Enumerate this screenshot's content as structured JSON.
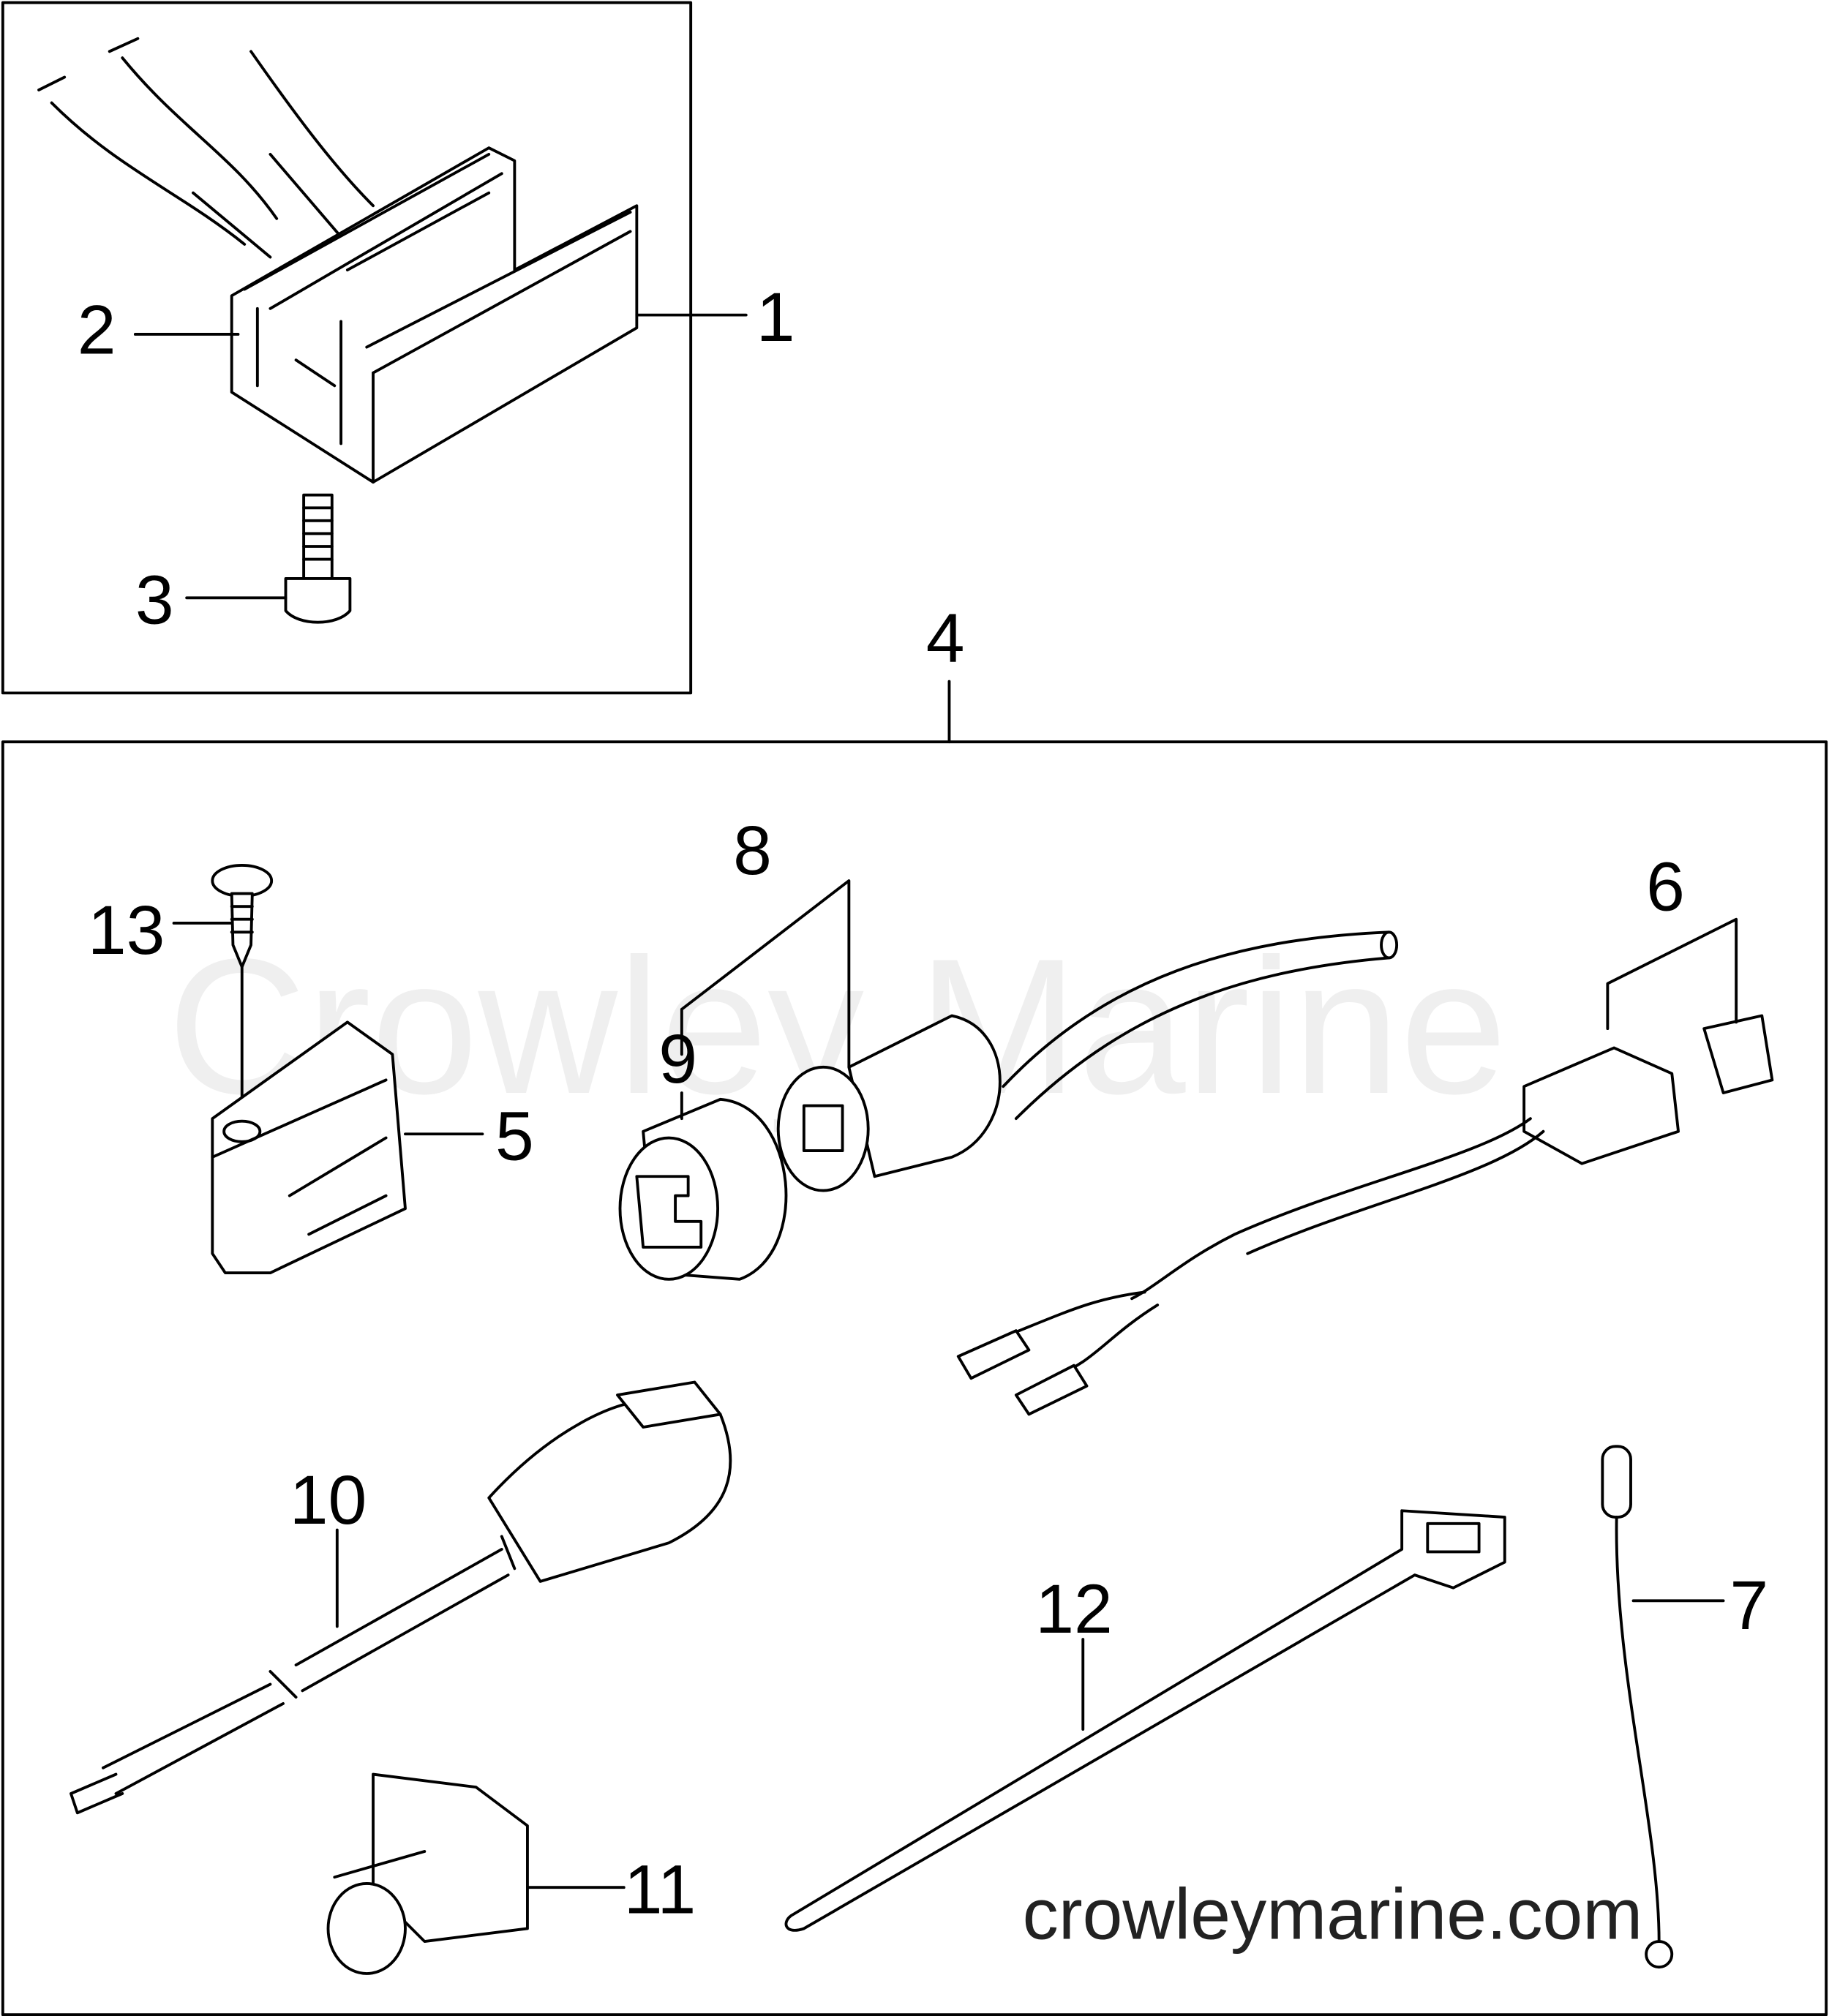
{
  "diagram": {
    "watermark": "Crowley Marine",
    "website": "crowleymarine.com",
    "callouts": {
      "c1": "1",
      "c2": "2",
      "c3": "3",
      "c4": "4",
      "c5": "5",
      "c6": "6",
      "c7": "7",
      "c8": "8",
      "c9": "9",
      "c10": "10",
      "c11": "11",
      "c12": "12",
      "c13": "13"
    }
  }
}
